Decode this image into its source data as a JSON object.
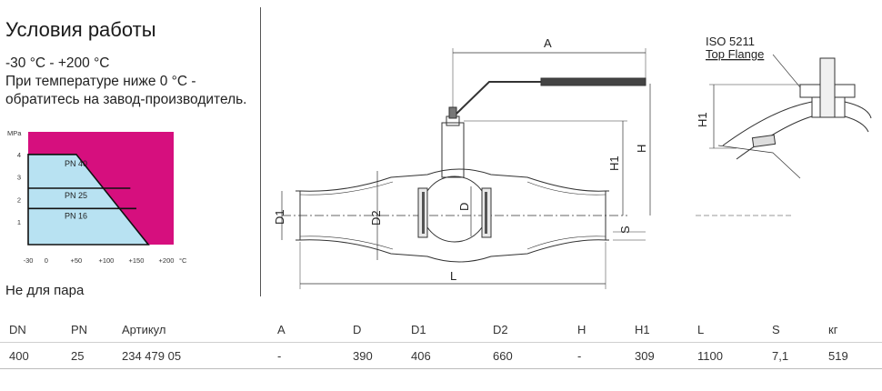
{
  "title": "Условия работы",
  "conditions": [
    "-30 °C - +200 °C",
    "При температуре ниже 0 °C -",
    "обратитесь на завод-производитель."
  ],
  "note": "Не для пара",
  "chart_data": {
    "type": "area",
    "ylabel": "MPa",
    "xunit": "°C",
    "x_ticks": [
      "-30",
      "0",
      "+50",
      "+100",
      "+150",
      "+200"
    ],
    "y_ticks": [
      "1",
      "2",
      "3",
      "4"
    ],
    "xlim": [
      -30,
      200
    ],
    "ylim": [
      0,
      5
    ],
    "allowed_region": [
      [
        -30,
        4
      ],
      [
        50,
        4
      ],
      [
        170,
        0
      ],
      [
        -30,
        0
      ]
    ],
    "series": [
      {
        "name": "PN 40",
        "values": [
          [
            -30,
            4
          ],
          [
            50,
            4
          ]
        ]
      },
      {
        "name": "PN 25",
        "values": [
          [
            -30,
            2.5
          ],
          [
            140,
            2.5
          ]
        ]
      },
      {
        "name": "PN 16",
        "values": [
          [
            -30,
            1.6
          ],
          [
            150,
            1.6
          ]
        ]
      }
    ],
    "colors": {
      "allowed": "#b8e2f2",
      "forbidden": "#d60f7e"
    }
  },
  "drawing": {
    "labels": {
      "A": "A",
      "H": "H",
      "H1": "H1",
      "D": "D",
      "D1": "D1",
      "D2": "D2",
      "L": "L",
      "S": "S",
      "H1_detail": "H1",
      "iso": "ISO 5211",
      "flange": "Top Flange"
    }
  },
  "table": {
    "headers": [
      "DN",
      "PN",
      "Артикул",
      "A",
      "D",
      "D1",
      "D2",
      "H",
      "H1",
      "L",
      "S",
      "кг"
    ],
    "rows": [
      [
        "400",
        "25",
        "234 479 05",
        "-",
        "390",
        "406",
        "660",
        "-",
        "309",
        "1100",
        "7,1",
        "519"
      ]
    ]
  }
}
